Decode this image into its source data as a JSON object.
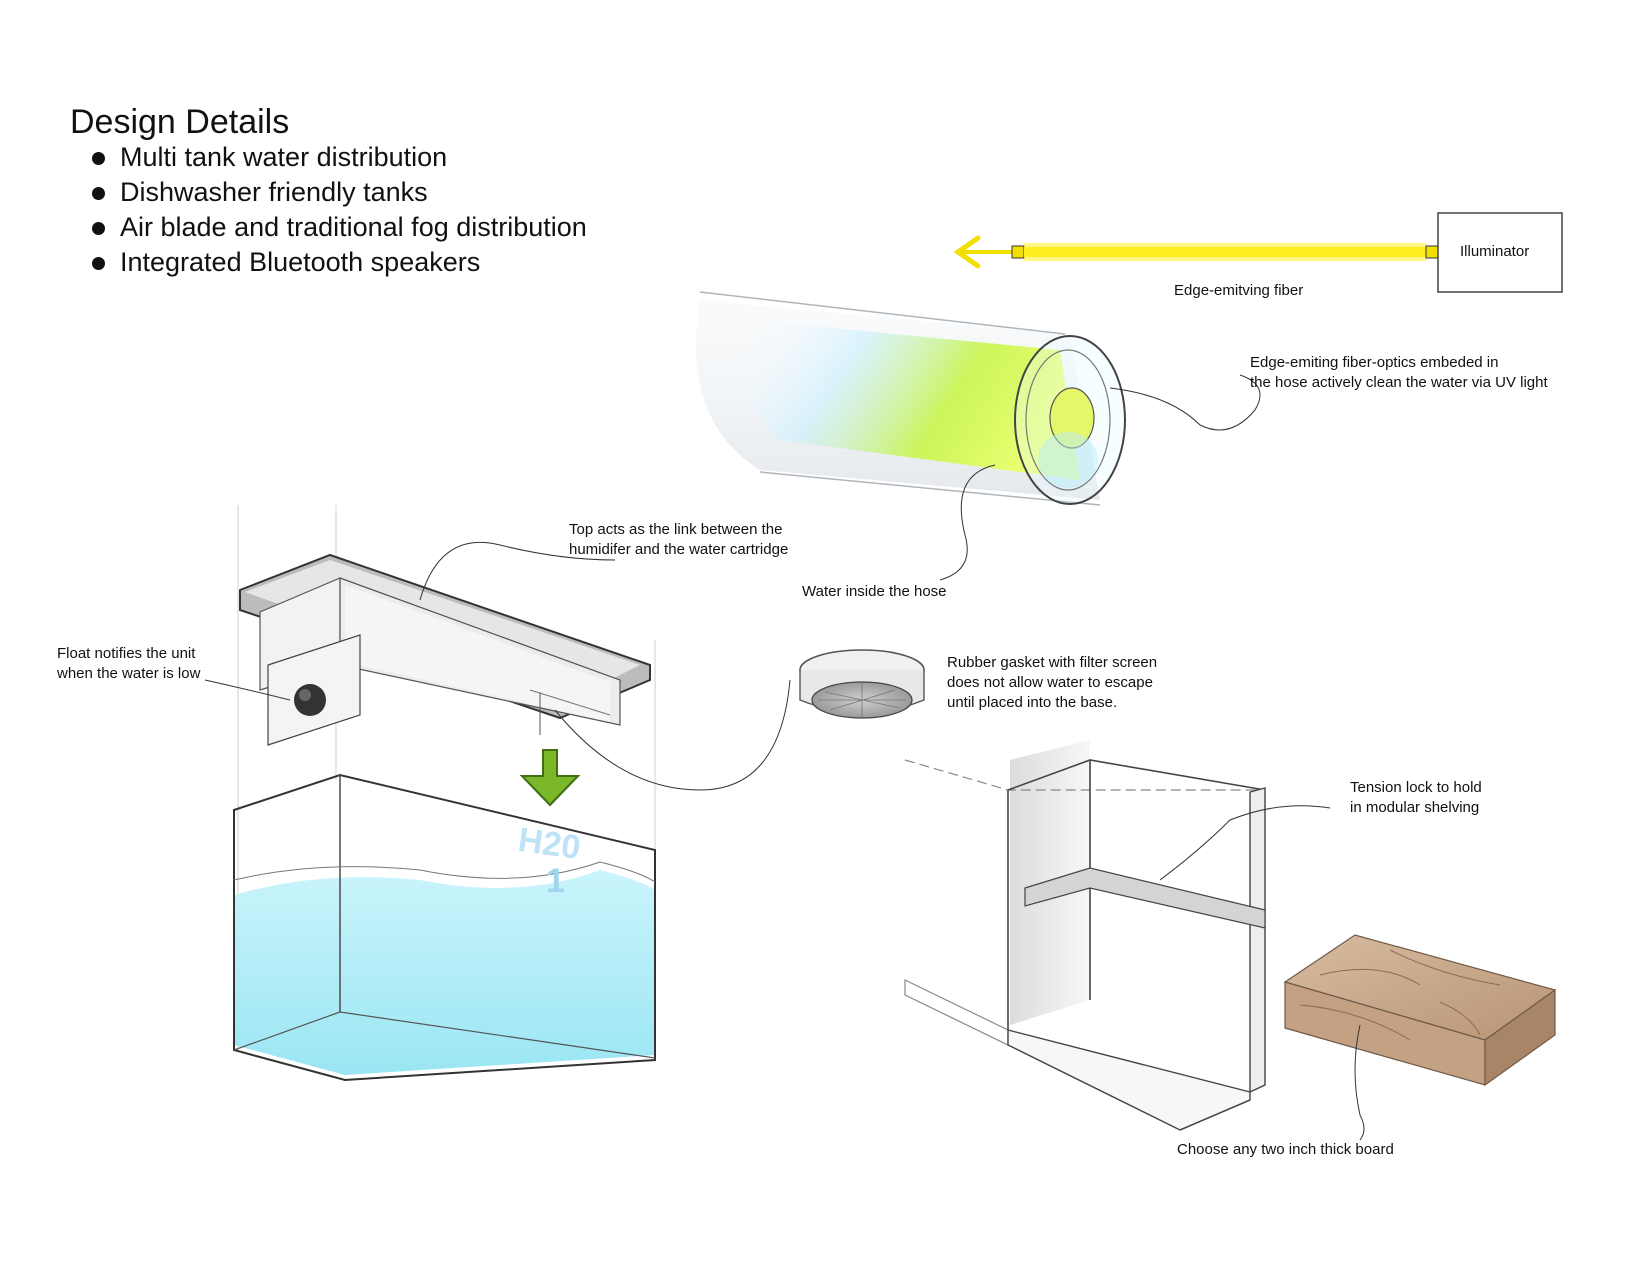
{
  "heading": "Design Details",
  "features": [
    "Multi tank water distribution",
    "Dishwasher friendly tanks",
    "Air blade and traditional fog distribution",
    "Integrated Bluetooth speakers"
  ],
  "fiber": {
    "illuminator": "Illuminator",
    "fiber_label": "Edge-emitving fiber",
    "colors": {
      "fiber": "#ffee22",
      "glow": "#c9f54a"
    }
  },
  "hose": {
    "fiber_note": "Edge-emiting fiber-optics embeded in\nthe hose actively clean the water via UV light",
    "water_note": "Water inside the hose"
  },
  "cartridge": {
    "top_note": "Top acts as the link between the\nhumidifer and the water cartridge",
    "float_note": "Float notifies the unit\nwhen the water is low",
    "tank_mark": "H20",
    "tank_number": "1",
    "colors": {
      "water": "#a8ecf6",
      "arrow": "#7ab82a"
    }
  },
  "gasket": {
    "note": "Rubber gasket with filter screen\ndoes not allow water to escape\nuntil placed into the base."
  },
  "shelving": {
    "lock_note": "Tension lock to hold\nin modular shelving",
    "board_note": "Choose any two inch thick board",
    "colors": {
      "board": "#c9a98a"
    }
  }
}
